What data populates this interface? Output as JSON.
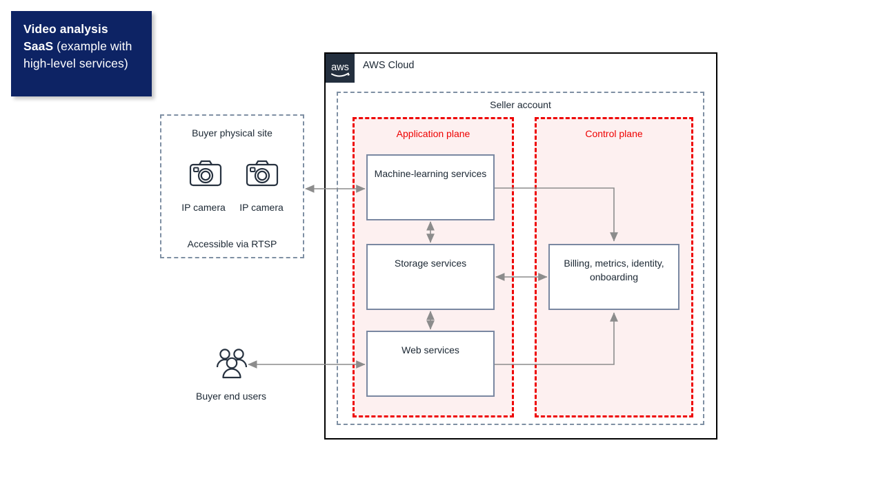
{
  "title_card": {
    "strong_text": "Video analysis SaaS",
    "rest_text": " (example with high-level services)",
    "bg_color": "#0d2364",
    "text_color": "#ffffff"
  },
  "aws_cloud": {
    "label": "AWS Cloud",
    "logo_alt": "aws",
    "border_color": "#000000",
    "logo_bg": "#232f3e"
  },
  "seller_account": {
    "label": "Seller account",
    "border_color": "#7e8fa3"
  },
  "planes": [
    {
      "id": "application-plane",
      "label": "Application plane",
      "border_color": "#ee0000",
      "fill_color": "#fdf0f0"
    },
    {
      "id": "control-plane",
      "label": "Control plane",
      "border_color": "#ee0000",
      "fill_color": "#fdf0f0"
    }
  ],
  "services": [
    {
      "id": "ml-services",
      "label": "Machine-learning services",
      "plane": "application-plane"
    },
    {
      "id": "storage-services",
      "label": "Storage services",
      "plane": "application-plane"
    },
    {
      "id": "web-services",
      "label": "Web services",
      "plane": "application-plane"
    },
    {
      "id": "billing-services",
      "label": "Billing, metrics, identity, onboarding",
      "plane": "control-plane"
    }
  ],
  "service_box": {
    "border_color": "#7987a1",
    "fill_color": "#ffffff"
  },
  "buyer_site": {
    "title": "Buyer physical site",
    "footnote": "Accessible via RTSP",
    "border_color": "#7e8fa3",
    "cameras": [
      {
        "icon": "camera-icon",
        "label": "IP camera"
      },
      {
        "icon": "camera-icon",
        "label": "IP camera"
      }
    ]
  },
  "buyer_users": {
    "icon": "users-group-icon",
    "label": "Buyer end users"
  },
  "connectors": [
    {
      "from": "buyer-site",
      "to": "ml-services",
      "style": "double-arrow",
      "color": "#8c8c8c"
    },
    {
      "from": "buyer-users",
      "to": "web-services",
      "style": "double-arrow",
      "color": "#8c8c8c"
    },
    {
      "from": "ml-services",
      "to": "storage-services",
      "style": "double-arrow",
      "color": "#8c8c8c"
    },
    {
      "from": "storage-services",
      "to": "web-services",
      "style": "double-arrow",
      "color": "#8c8c8c"
    },
    {
      "from": "storage-services",
      "to": "billing-services",
      "style": "double-arrow",
      "color": "#8c8c8c"
    },
    {
      "from": "ml-services",
      "to": "billing-services",
      "style": "single-arrow",
      "color": "#8c8c8c"
    },
    {
      "from": "web-services",
      "to": "billing-services",
      "style": "single-arrow",
      "color": "#8c8c8c"
    }
  ]
}
